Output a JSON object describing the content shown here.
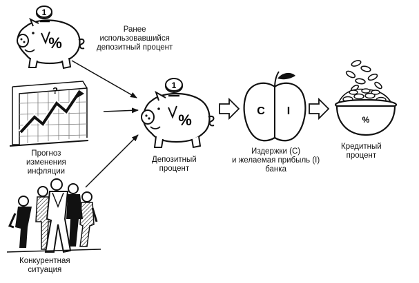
{
  "nodes": {
    "prev_deposit": {
      "lines": [
        "Ранее",
        "использовавшийся",
        "депозитный процент"
      ],
      "coin": "1",
      "mark": "%"
    },
    "inflation": {
      "lines": [
        "Прогноз",
        "изменения",
        "инфляции"
      ],
      "mark": "?"
    },
    "competition": {
      "lines": [
        "Конкурентная",
        "ситуация"
      ]
    },
    "deposit": {
      "lines": [
        "Депозитный",
        "процент"
      ],
      "coin": "1",
      "mark": "%"
    },
    "costs": {
      "lines": [
        "Издержки (C)",
        "и желаемая прибыль (I)",
        "банка"
      ],
      "left_letter": "C",
      "right_letter": "I"
    },
    "credit": {
      "lines": [
        "Кредитный",
        "процент"
      ],
      "mark": "%"
    }
  },
  "colors": {
    "ink": "#111111",
    "paper": "#ffffff",
    "shade": "#9a9a9a"
  }
}
